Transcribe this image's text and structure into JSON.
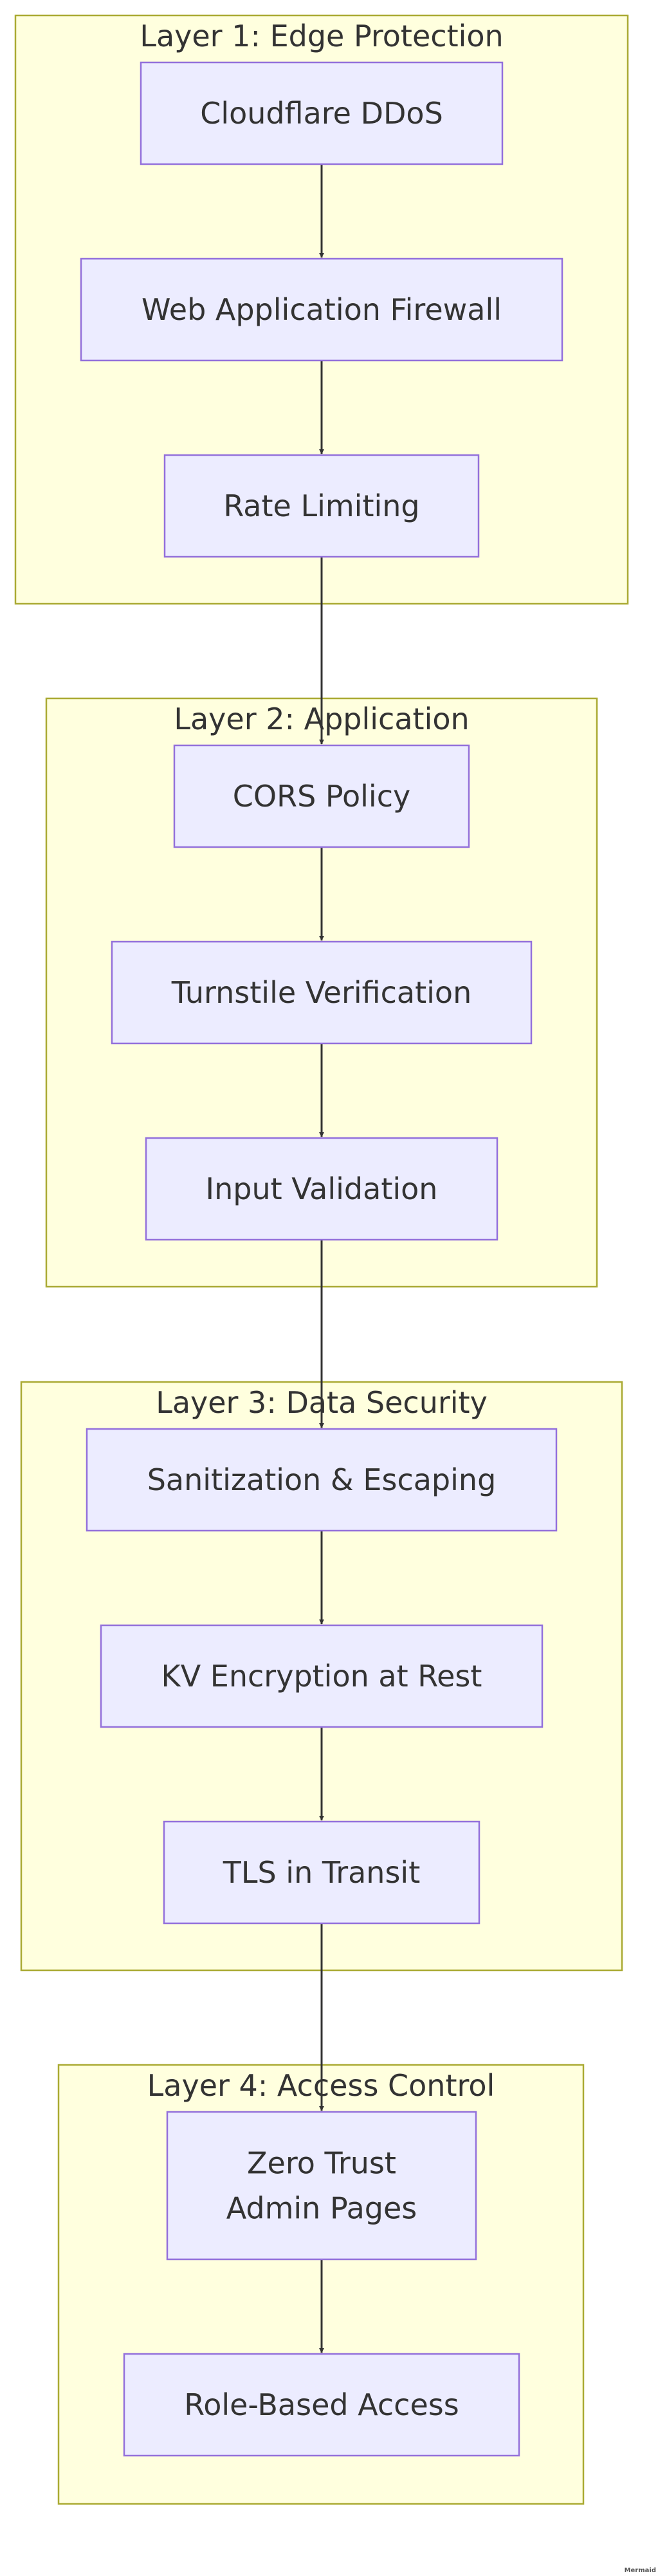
{
  "diagram": {
    "type": "flowchart",
    "watermark": "Mermaid",
    "colors": {
      "cluster_fill": "#ffffde",
      "cluster_stroke": "#aaaa33",
      "node_fill": "#ececff",
      "node_stroke": "#9370db",
      "edge": "#333333",
      "text": "#333333"
    },
    "clusters": [
      {
        "id": "layer1",
        "title": "Layer 1: Edge Protection",
        "nodes": [
          {
            "id": "ddos",
            "label": "Cloudflare DDoS"
          },
          {
            "id": "waf",
            "label": "Web Application Firewall"
          },
          {
            "id": "rate",
            "label": "Rate Limiting"
          }
        ]
      },
      {
        "id": "layer2",
        "title": "Layer 2: Application",
        "nodes": [
          {
            "id": "cors",
            "label": "CORS Policy"
          },
          {
            "id": "turnstile",
            "label": "Turnstile Verification"
          },
          {
            "id": "input",
            "label": "Input Validation"
          }
        ]
      },
      {
        "id": "layer3",
        "title": "Layer 3: Data Security",
        "nodes": [
          {
            "id": "sanitize",
            "label": "Sanitization & Escaping"
          },
          {
            "id": "kv",
            "label": "KV Encryption at Rest"
          },
          {
            "id": "tls",
            "label": "TLS in Transit"
          }
        ]
      },
      {
        "id": "layer4",
        "title": "Layer 4: Access Control",
        "nodes": [
          {
            "id": "zerotrust",
            "label": "Zero Trust\nAdmin Pages"
          },
          {
            "id": "rbac",
            "label": "Role-Based Access"
          }
        ]
      }
    ],
    "edges": [
      {
        "from": "ddos",
        "to": "waf"
      },
      {
        "from": "waf",
        "to": "rate"
      },
      {
        "from": "rate",
        "to": "cors"
      },
      {
        "from": "cors",
        "to": "turnstile"
      },
      {
        "from": "turnstile",
        "to": "input"
      },
      {
        "from": "input",
        "to": "sanitize"
      },
      {
        "from": "sanitize",
        "to": "kv"
      },
      {
        "from": "kv",
        "to": "tls"
      },
      {
        "from": "tls",
        "to": "zerotrust"
      },
      {
        "from": "zerotrust",
        "to": "rbac"
      }
    ]
  }
}
